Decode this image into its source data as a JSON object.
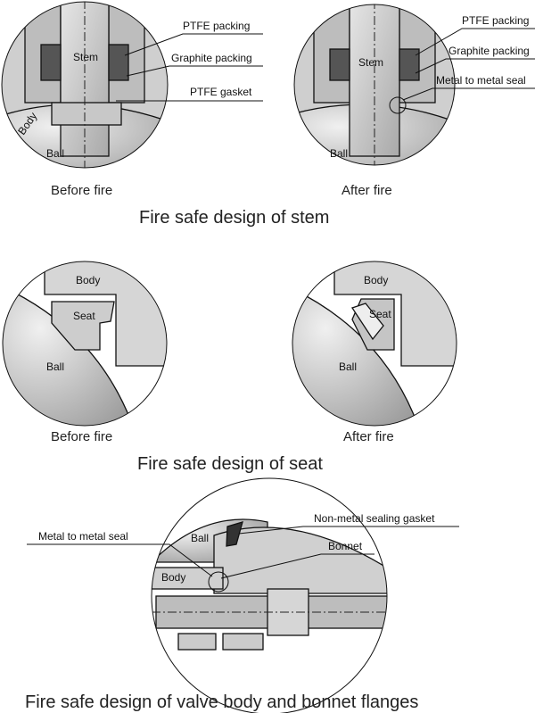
{
  "stem_section": {
    "before": {
      "stem": "Stem",
      "ptfe_packing": "PTFE packing",
      "graphite_packing": "Graphite packing",
      "ptfe_gasket": "PTFE gasket",
      "body": "Body",
      "ball": "Ball",
      "title": "Before fire"
    },
    "after": {
      "stem": "Stem",
      "ptfe_packing": "PTFE packing",
      "graphite_packing": "Graphite packing",
      "metal_seal": "Metal to metal seal",
      "ball": "Ball",
      "title": "After fire"
    },
    "caption": "Fire safe design of stem"
  },
  "seat_section": {
    "before": {
      "body": "Body",
      "seat": "Seat",
      "ball": "Ball",
      "title": "Before fire"
    },
    "after": {
      "body": "Body",
      "seat": "Seat",
      "ball": "Ball",
      "title": "After fire"
    },
    "caption": "Fire safe design of seat"
  },
  "flange_section": {
    "metal_seal": "Metal to metal seal",
    "ball": "Ball",
    "gasket": "Non-metal sealing gasket",
    "bonnet": "Bonnet",
    "body": "Body",
    "caption": "Fire safe design of valve body and bonnet flanges"
  }
}
